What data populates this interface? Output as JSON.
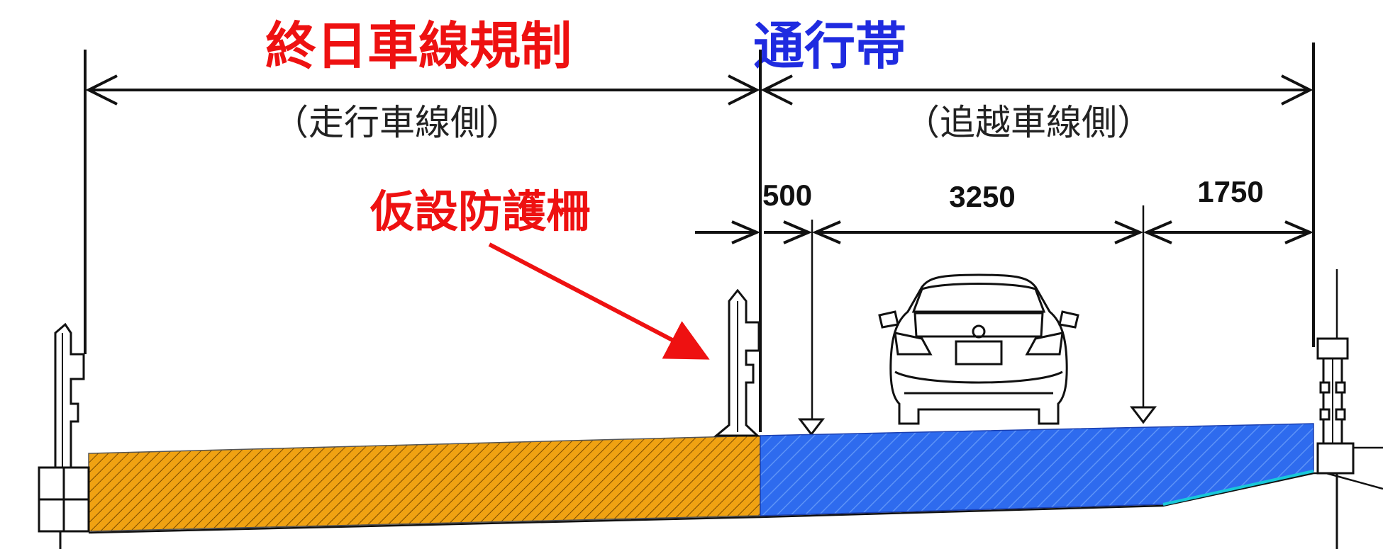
{
  "labels": {
    "closed_title": "終日車線規制",
    "closed_sub": "（走行車線側）",
    "open_title": "通行帯",
    "open_sub": "（追越車線側）",
    "barrier": "仮設防護柵"
  },
  "dimensions": {
    "d1": "500",
    "d2": "3250",
    "d3": "1750"
  },
  "colors": {
    "closed_fill": "#f0a212",
    "open_fill": "#2e6bee",
    "title_red": "#ee1111",
    "title_blue": "#1f2be0"
  }
}
